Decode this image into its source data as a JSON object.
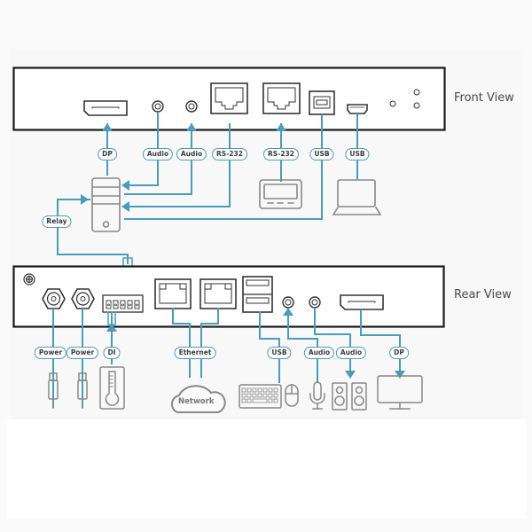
{
  "diagram": {
    "type": "connection-diagram",
    "front_view": {
      "label": "Front View",
      "ports": [
        {
          "label": "DP",
          "device": "computer",
          "direction": "to-device"
        },
        {
          "label": "Audio",
          "device": "computer",
          "direction": "to-device"
        },
        {
          "label": "Audio",
          "device": "computer",
          "direction": "to-port"
        },
        {
          "label": "RS-232",
          "device": "serial-terminal",
          "direction": "to-port"
        },
        {
          "label": "USB",
          "device": "computer",
          "direction": "to-device"
        },
        {
          "label": "USB",
          "device": "laptop",
          "direction": "none"
        }
      ]
    },
    "relay": {
      "label": "Relay"
    },
    "rear_view": {
      "label": "Rear View",
      "ports": [
        {
          "label": "Power",
          "device": "power-adapter"
        },
        {
          "label": "Power",
          "device": "power-adapter"
        },
        {
          "label": "DI",
          "device": "temperature-sensor"
        },
        {
          "label": "Ethernet",
          "device": "network"
        },
        {
          "label": "USB",
          "device": "keyboard-mouse"
        },
        {
          "label": "Audio",
          "device": "microphone"
        },
        {
          "label": "Audio",
          "device": "speakers"
        },
        {
          "label": "DP",
          "device": "monitor"
        }
      ]
    },
    "network_label": "Network",
    "colors": {
      "line": "#4a9bbd",
      "outline": "#1a1a1a",
      "icon": "#888888",
      "text": "#4a4a4a"
    }
  }
}
